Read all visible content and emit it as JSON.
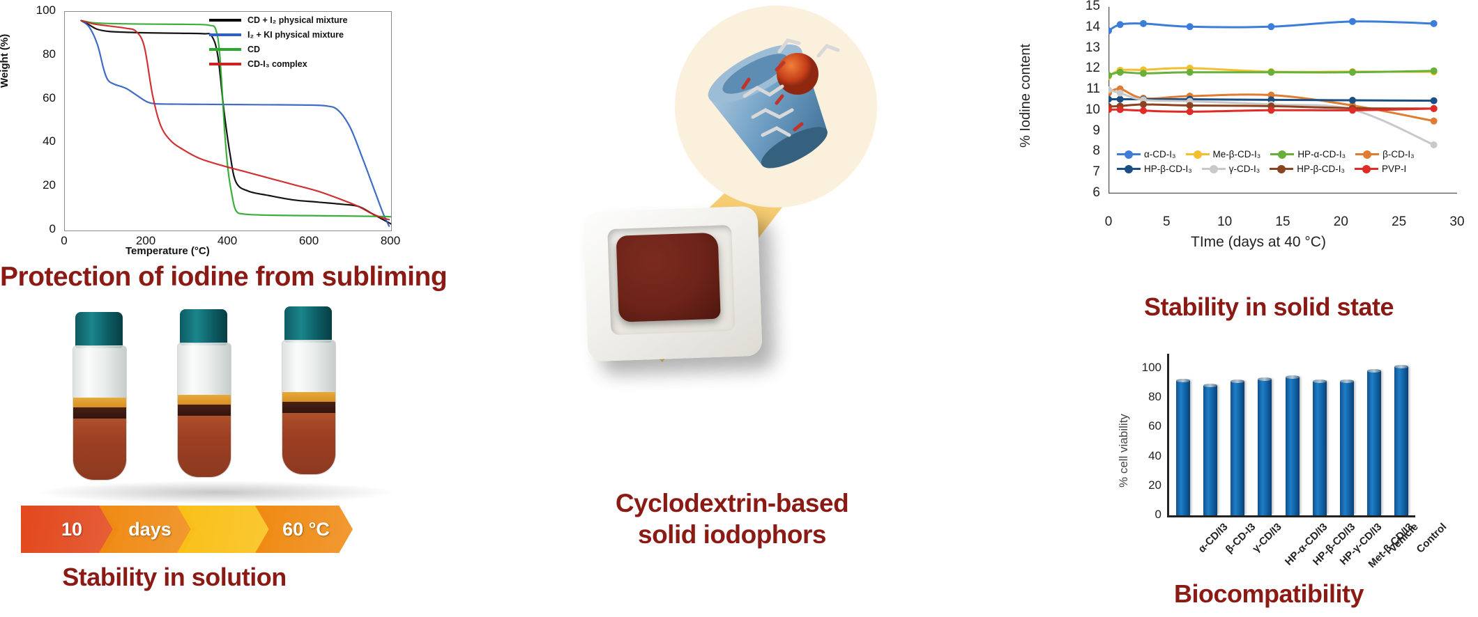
{
  "headings": {
    "tga": "Protection of iodine from subliming",
    "solution": "Stability in solution",
    "center": "Cyclodextrin-based\nsolid iodophors",
    "center_line1": "Cyclodextrin-based",
    "center_line2": "solid iodophors",
    "solid_state": "Stability in solid state",
    "biocompatibility": "Biocompatibility"
  },
  "arrow_banner": {
    "segments": [
      "10",
      "days",
      "",
      "60 °C"
    ],
    "colors": [
      "#e2481c",
      "#ef8a13",
      "#f9c017",
      "#ef8a13"
    ]
  },
  "colors": {
    "heading_dark_red": "#8B1A14",
    "bar_blue": "#1565a8",
    "vial_cap_teal": "#116a71"
  },
  "chart_data": [
    {
      "id": "tga",
      "type": "line",
      "title": "",
      "xlabel": "Temperature (°C)",
      "ylabel": "Weight (%)",
      "xlim": [
        0,
        800
      ],
      "ylim": [
        0,
        100
      ],
      "xticks": [
        0,
        200,
        400,
        600,
        800
      ],
      "yticks": [
        0,
        20,
        40,
        60,
        80,
        100
      ],
      "grid": false,
      "legend_position": "top-right",
      "series": [
        {
          "name": "CD + I2 physical mixture",
          "label": "CD + I₂ physical mixture",
          "color": "#000000",
          "x": [
            40,
            60,
            80,
            110,
            160,
            200,
            280,
            340,
            360,
            375,
            390,
            405,
            420,
            450,
            500,
            560,
            620,
            680,
            720,
            760,
            790,
            800
          ],
          "y": [
            96,
            94,
            92,
            91,
            90.6,
            90.4,
            90.2,
            90,
            89,
            80,
            55,
            35,
            22,
            18,
            16,
            14,
            13,
            12,
            11,
            7,
            4,
            3
          ]
        },
        {
          "name": "I2 + KI physical mixture",
          "label": "I₂ + KI  physical mixture",
          "color": "#2f5fbf",
          "x": [
            40,
            60,
            80,
            95,
            105,
            120,
            150,
            175,
            200,
            220,
            260,
            340,
            420,
            500,
            580,
            640,
            670,
            700,
            730,
            760,
            780,
            795
          ],
          "y": [
            96,
            93,
            85,
            74,
            69,
            67,
            65,
            62,
            59,
            58,
            57.8,
            57.7,
            57.6,
            57.5,
            57.4,
            57,
            55,
            47,
            33,
            18,
            8,
            2
          ]
        },
        {
          "name": "CD",
          "label": "CD",
          "color": "#2aa82a",
          "x": [
            40,
            70,
            120,
            200,
            280,
            330,
            355,
            370,
            380,
            392,
            400,
            410,
            420,
            440,
            500,
            600,
            700,
            780,
            800
          ],
          "y": [
            96,
            95,
            94.6,
            94.4,
            94.3,
            94.2,
            93.8,
            92,
            80,
            45,
            28,
            16,
            9,
            7.5,
            7,
            6.8,
            6.6,
            6.4,
            6.3
          ]
        },
        {
          "name": "CD-I3 complex",
          "label": "CD-I₃ complex",
          "color": "#cc2222",
          "x": [
            40,
            70,
            110,
            150,
            175,
            195,
            215,
            235,
            260,
            290,
            330,
            380,
            440,
            500,
            560,
            620,
            680,
            720,
            750,
            775,
            795
          ],
          "y": [
            96,
            94.5,
            93.5,
            92.5,
            91,
            84,
            62,
            48,
            41,
            37,
            33,
            30,
            27,
            24,
            21,
            18,
            14,
            11,
            8,
            6,
            5
          ]
        }
      ]
    },
    {
      "id": "stability_solid_state",
      "type": "line",
      "title": "",
      "xlabel": "TIme (days at 40 °C)",
      "ylabel": "% Iodine content",
      "xlim": [
        0,
        30
      ],
      "ylim": [
        6,
        15
      ],
      "xticks": [
        0,
        5,
        10,
        15,
        20,
        25,
        30
      ],
      "yticks": [
        6,
        7,
        8,
        9,
        10,
        11,
        12,
        13,
        14,
        15
      ],
      "x": [
        0,
        1,
        3,
        7,
        14,
        21,
        28
      ],
      "grid": false,
      "legend_position": "bottom-inside",
      "series": [
        {
          "name": "α-CD-I3",
          "label": "α-CD-I₃",
          "color": "#3b7dd8",
          "values": [
            13.85,
            14.15,
            14.2,
            14.05,
            14.05,
            14.3,
            14.2
          ]
        },
        {
          "name": "Me-β-CD-I3",
          "label": "Me-β-CD-I₃",
          "color": "#f2c02e",
          "values": [
            11.65,
            11.95,
            11.97,
            12.05,
            11.88,
            11.88,
            11.87
          ]
        },
        {
          "name": "HP-α-CD-I3",
          "label": "HP-α-CD-I₃",
          "color": "#69b03a",
          "values": [
            11.7,
            11.85,
            11.8,
            11.85,
            11.85,
            11.85,
            11.92
          ]
        },
        {
          "name": "β-CD-I3",
          "label": "β-CD-I₃",
          "color": "#e07b32",
          "values": [
            10.85,
            11.05,
            10.6,
            10.7,
            10.75,
            10.25,
            9.5
          ]
        },
        {
          "name": "HP-β-CD-I3",
          "label": "HP-β-CD-I₃",
          "color": "#1b4f84",
          "values": [
            10.55,
            10.55,
            10.55,
            10.55,
            10.52,
            10.5,
            10.48
          ]
        },
        {
          "name": "γ-CD-I3",
          "label": "γ-CD-I₃",
          "color": "#c9c9c9",
          "values": [
            11.0,
            10.85,
            10.52,
            10.45,
            10.3,
            10.05,
            8.35
          ]
        },
        {
          "name": "HP-β-CD-I3 (b)",
          "label": "HP-β-CD-I₃",
          "color": "#8a4320",
          "values": [
            10.2,
            10.22,
            10.3,
            10.25,
            10.22,
            10.12,
            10.1
          ]
        },
        {
          "name": "PVP-I",
          "label": "PVP-I",
          "color": "#e02b26",
          "values": [
            10.05,
            10.05,
            10.0,
            9.95,
            10.02,
            10.02,
            10.1
          ]
        }
      ]
    },
    {
      "id": "biocompatibility",
      "type": "bar",
      "title": "",
      "xlabel": "",
      "ylabel": "% cell viability",
      "ylim": [
        0,
        110
      ],
      "yticks": [
        0,
        20,
        40,
        60,
        80,
        100
      ],
      "grid": false,
      "categories": [
        "α-CD/I3",
        "β-CD-I3",
        "γ-CD/I3",
        "HP-α-CD/I3",
        "HP-β-CD/I3",
        "HP-γ-CD/I3",
        "Met-β-CD/I3",
        "Vehicle",
        "Control"
      ],
      "values": [
        91.5,
        88.0,
        91.0,
        92.5,
        94.0,
        91.0,
        91.0,
        98.0,
        101.0
      ],
      "bar_color": "#1565a8"
    }
  ]
}
